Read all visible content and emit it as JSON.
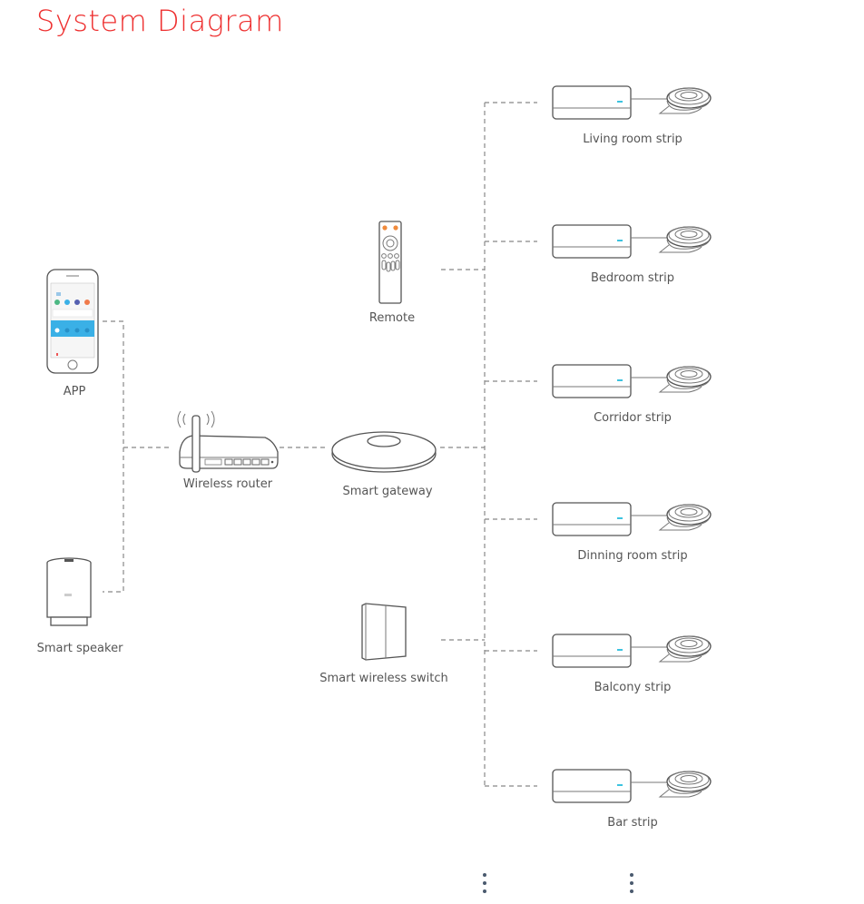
{
  "title": "System Diagram",
  "colors": {
    "title": "#ee2f2f",
    "led": "#3cc3e0",
    "remote_button": "#f08a3c",
    "app_blue": "#3ab0e6",
    "connector": "#888888",
    "outline": "#555555"
  },
  "left_devices": [
    {
      "id": "app",
      "label": "APP",
      "icon": "smartphone-icon"
    },
    {
      "id": "speaker",
      "label": "Smart speaker",
      "icon": "smart-speaker-icon"
    }
  ],
  "hub": {
    "router": {
      "label": "Wireless router",
      "icon": "wireless-router-icon"
    },
    "gateway": {
      "label": "Smart gateway",
      "icon": "smart-gateway-icon"
    }
  },
  "controllers": [
    {
      "id": "remote",
      "label": "Remote",
      "icon": "remote-control-icon"
    },
    {
      "id": "switch",
      "label": "Smart wireless switch",
      "icon": "wall-switch-icon"
    }
  ],
  "strips": [
    {
      "label": "Living room strip",
      "icon": "led-strip-controller-icon"
    },
    {
      "label": "Bedroom strip",
      "icon": "led-strip-controller-icon"
    },
    {
      "label": "Corridor strip",
      "icon": "led-strip-controller-icon"
    },
    {
      "label": "Dinning room strip",
      "icon": "led-strip-controller-icon"
    },
    {
      "label": "Balcony strip",
      "icon": "led-strip-controller-icon"
    },
    {
      "label": "Bar strip",
      "icon": "led-strip-controller-icon"
    }
  ],
  "continuation": {
    "icon": "vertical-ellipsis-icon",
    "meaning": "more devices"
  }
}
